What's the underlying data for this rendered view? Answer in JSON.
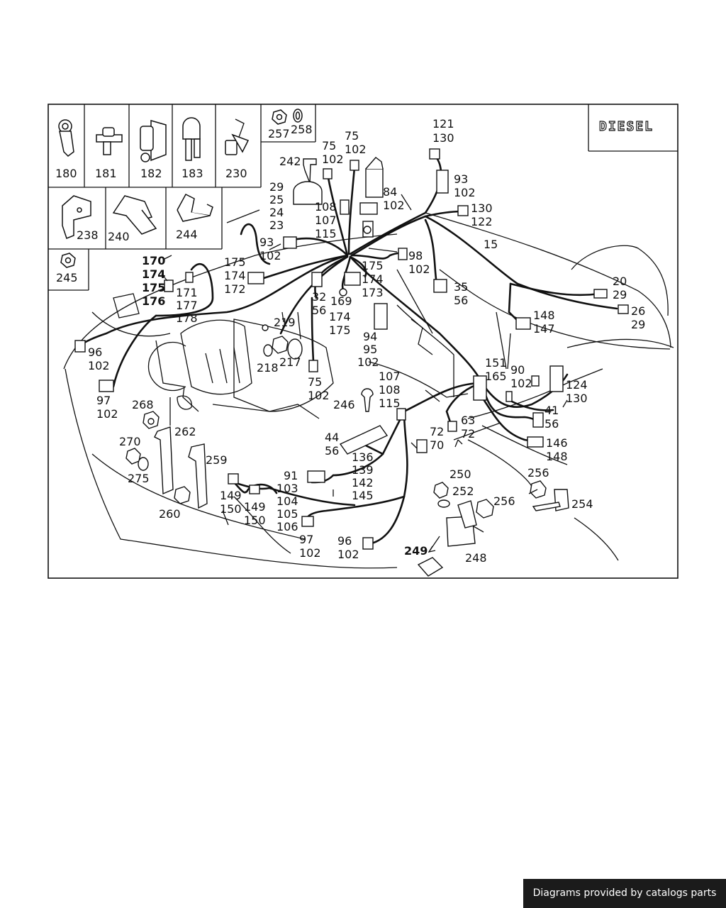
{
  "badge": "DIESEL",
  "inset_labels": [
    {
      "id": "180",
      "text": "180"
    },
    {
      "id": "181",
      "text": "181"
    },
    {
      "id": "182",
      "text": "182"
    },
    {
      "id": "183",
      "text": "183"
    },
    {
      "id": "230",
      "text": "230"
    },
    {
      "id": "257",
      "text": "257"
    },
    {
      "id": "258",
      "text": "258"
    },
    {
      "id": "238",
      "text": "238"
    },
    {
      "id": "240",
      "text": "240"
    },
    {
      "id": "244",
      "text": "244"
    },
    {
      "id": "245",
      "text": "245"
    }
  ],
  "callouts": [
    {
      "id": "c1",
      "lines": [
        "121",
        "130"
      ]
    },
    {
      "id": "c2",
      "lines": [
        "75",
        "102"
      ]
    },
    {
      "id": "c3",
      "lines": [
        "75",
        "102"
      ]
    },
    {
      "id": "c4",
      "lines": [
        "242"
      ]
    },
    {
      "id": "c5",
      "lines": [
        "93",
        "102"
      ]
    },
    {
      "id": "c6",
      "lines": [
        "84",
        "102"
      ]
    },
    {
      "id": "c7",
      "lines": [
        "29",
        "25",
        "24",
        "23"
      ]
    },
    {
      "id": "c8",
      "lines": [
        "108",
        "107",
        "115"
      ]
    },
    {
      "id": "c9",
      "lines": [
        "130",
        "122"
      ]
    },
    {
      "id": "c10",
      "lines": [
        "15"
      ]
    },
    {
      "id": "c11",
      "lines": [
        "93",
        "102"
      ]
    },
    {
      "id": "c12",
      "lines": [
        "170",
        "174",
        "175",
        "176"
      ]
    },
    {
      "id": "c13",
      "lines": [
        "175",
        "174",
        "172"
      ]
    },
    {
      "id": "c14",
      "lines": [
        "171",
        "177",
        "178"
      ]
    },
    {
      "id": "c15",
      "lines": [
        "98",
        "102"
      ]
    },
    {
      "id": "c16",
      "lines": [
        "175",
        "174",
        "173"
      ]
    },
    {
      "id": "c17",
      "lines": [
        "32",
        "56"
      ]
    },
    {
      "id": "c18",
      "lines": [
        "169"
      ]
    },
    {
      "id": "c19",
      "lines": [
        "35",
        "56"
      ]
    },
    {
      "id": "c20",
      "lines": [
        "20",
        "29"
      ]
    },
    {
      "id": "c21",
      "lines": [
        "26",
        "29"
      ]
    },
    {
      "id": "c22",
      "lines": [
        "148",
        "147"
      ]
    },
    {
      "id": "c23",
      "lines": [
        "219"
      ]
    },
    {
      "id": "c24",
      "lines": [
        "174",
        "175"
      ]
    },
    {
      "id": "c25",
      "lines": [
        "94",
        "95",
        "102"
      ]
    },
    {
      "id": "c26",
      "lines": [
        "96",
        "102"
      ]
    },
    {
      "id": "c27",
      "lines": [
        "218"
      ]
    },
    {
      "id": "c28",
      "lines": [
        "217"
      ]
    },
    {
      "id": "c29",
      "lines": [
        "75",
        "102"
      ]
    },
    {
      "id": "c30",
      "lines": [
        "151",
        "165"
      ]
    },
    {
      "id": "c31",
      "lines": [
        "90",
        "102"
      ]
    },
    {
      "id": "c32",
      "lines": [
        "124",
        "130"
      ]
    },
    {
      "id": "c33",
      "lines": [
        "107",
        "108",
        "115"
      ]
    },
    {
      "id": "c34",
      "lines": [
        "246"
      ]
    },
    {
      "id": "c35",
      "lines": [
        "97",
        "102"
      ]
    },
    {
      "id": "c36",
      "lines": [
        "268"
      ]
    },
    {
      "id": "c37",
      "lines": [
        "41",
        "56"
      ]
    },
    {
      "id": "c38",
      "lines": [
        "63",
        "72"
      ]
    },
    {
      "id": "c39",
      "lines": [
        "72",
        "70"
      ]
    },
    {
      "id": "c40",
      "lines": [
        "44",
        "56"
      ]
    },
    {
      "id": "c41",
      "lines": [
        "262"
      ]
    },
    {
      "id": "c42",
      "lines": [
        "270"
      ]
    },
    {
      "id": "c43",
      "lines": [
        "146",
        "148"
      ]
    },
    {
      "id": "c44",
      "lines": [
        "136",
        "139",
        "142",
        "145"
      ]
    },
    {
      "id": "c45",
      "lines": [
        "259"
      ]
    },
    {
      "id": "c46",
      "lines": [
        "275"
      ]
    },
    {
      "id": "c47",
      "lines": [
        "250"
      ]
    },
    {
      "id": "c48",
      "lines": [
        "256"
      ]
    },
    {
      "id": "c49",
      "lines": [
        "91"
      ]
    },
    {
      "id": "c50",
      "lines": [
        "103",
        "104",
        "105",
        "106"
      ]
    },
    {
      "id": "c51",
      "lines": [
        "252"
      ]
    },
    {
      "id": "c52",
      "lines": [
        "149",
        "150"
      ]
    },
    {
      "id": "c53",
      "lines": [
        "149",
        "150"
      ]
    },
    {
      "id": "c54",
      "lines": [
        "256"
      ]
    },
    {
      "id": "c55",
      "lines": [
        "254"
      ]
    },
    {
      "id": "c56",
      "lines": [
        "260"
      ]
    },
    {
      "id": "c57",
      "lines": [
        "97",
        "102"
      ]
    },
    {
      "id": "c58",
      "lines": [
        "96",
        "102"
      ]
    },
    {
      "id": "c59",
      "lines": [
        "249"
      ]
    },
    {
      "id": "c60",
      "lines": [
        "248"
      ]
    }
  ],
  "footer": "Diagrams provided by catalogs parts"
}
